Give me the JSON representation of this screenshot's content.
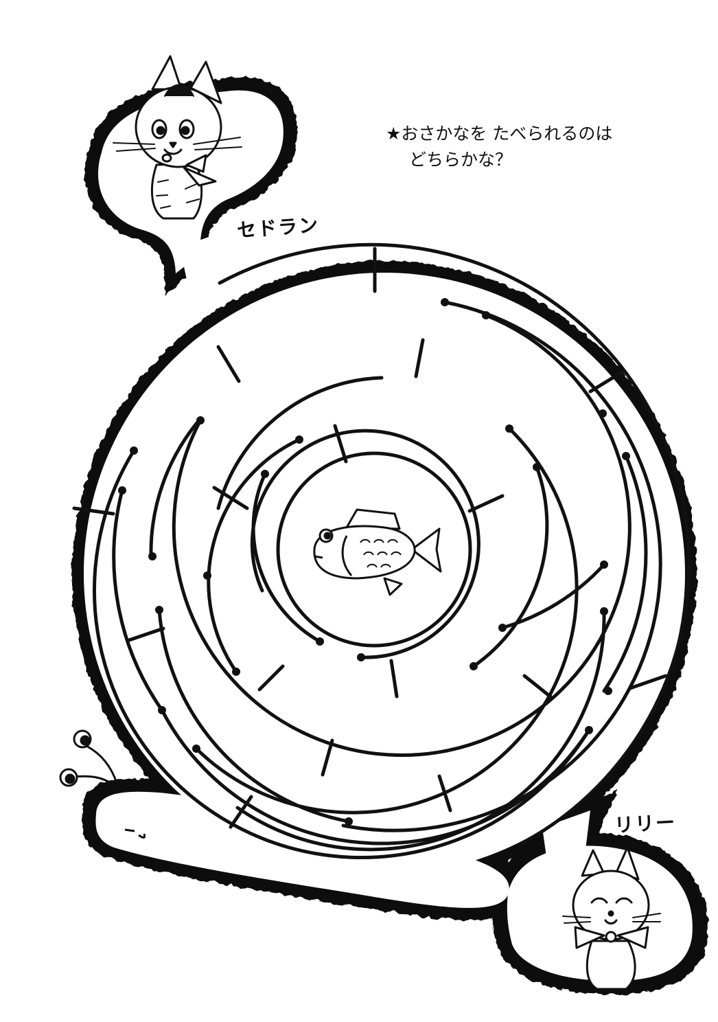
{
  "puzzle": {
    "question_line1": "★おさかなを たべられるのは",
    "question_line2": "どちらかな？"
  },
  "characters": {
    "top_cat_name": "セドラン",
    "bottom_cat_name": "リリー"
  },
  "icons": {
    "top_cat": "cat-sedoran-icon",
    "bottom_cat": "cat-lily-icon",
    "goal": "fish-icon",
    "tail_creature": "snail-icon"
  },
  "colors": {
    "ink": "#111111",
    "paper": "#ffffff"
  }
}
